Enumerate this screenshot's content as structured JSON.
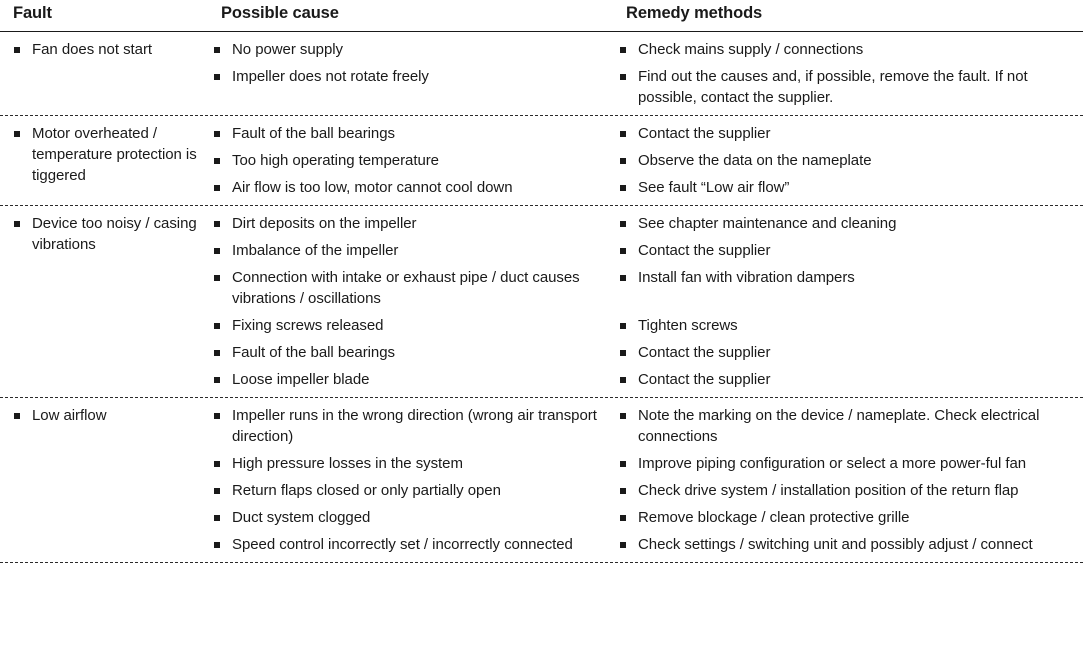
{
  "document": {
    "type": "troubleshooting-table",
    "headers": {
      "fault": "Fault",
      "cause": "Possible cause",
      "remedy": "Remedy methods"
    },
    "colors": {
      "text": "#1a1a1a",
      "background": "#ffffff",
      "rule": "#1a1a1a"
    },
    "groups": [
      {
        "fault": [
          "Fan does not start"
        ],
        "items": [
          {
            "cause": "No power supply",
            "remedy": "Check mains supply / connections"
          },
          {
            "cause": "Impeller does not rotate freely",
            "remedy": "Find out the causes and, if possible, remove the fault. If not possible, contact the supplier."
          }
        ]
      },
      {
        "fault": [
          "Motor overheated / temperature protection is tiggered"
        ],
        "items": [
          {
            "cause": "Fault of the ball bearings",
            "remedy": "Contact the supplier"
          },
          {
            "cause": "Too high operating temperature",
            "remedy": "Observe the data on the nameplate"
          },
          {
            "cause": "Air flow is too low, motor cannot cool down",
            "remedy": "See fault “Low air flow”"
          }
        ]
      },
      {
        "fault": [
          "Device too noisy / casing vibrations"
        ],
        "items": [
          {
            "cause": "Dirt deposits on the impeller",
            "remedy": "See chapter maintenance and cleaning"
          },
          {
            "cause": "Imbalance of the impeller",
            "remedy": "Contact the supplier"
          },
          {
            "cause": "Connection with intake or exhaust pipe / duct causes vibrations / oscillations",
            "remedy": "Install fan with vibration dampers"
          },
          {
            "cause": "Fixing screws released",
            "remedy": "Tighten screws"
          },
          {
            "cause": "Fault of the ball bearings",
            "remedy": "Contact the supplier"
          },
          {
            "cause": "Loose impeller blade",
            "remedy": "Contact the supplier"
          }
        ]
      },
      {
        "fault": [
          "Low airflow"
        ],
        "items": [
          {
            "cause": "Impeller runs in the wrong direction (wrong air transport direction)",
            "remedy": "Note the marking on the device / nameplate. Check electrical connections"
          },
          {
            "cause": "High pressure losses in the system",
            "remedy": "Improve piping configuration or select a more power-ful fan"
          },
          {
            "cause": "Return flaps closed or only partially open",
            "remedy": "Check drive system / installation position of the return flap"
          },
          {
            "cause": "Duct system clogged",
            "remedy": "Remove blockage / clean protective grille"
          },
          {
            "cause": "Speed control incorrectly set / incorrectly connected",
            "remedy": "Check settings / switching unit and possibly adjust / connect"
          }
        ]
      }
    ]
  }
}
